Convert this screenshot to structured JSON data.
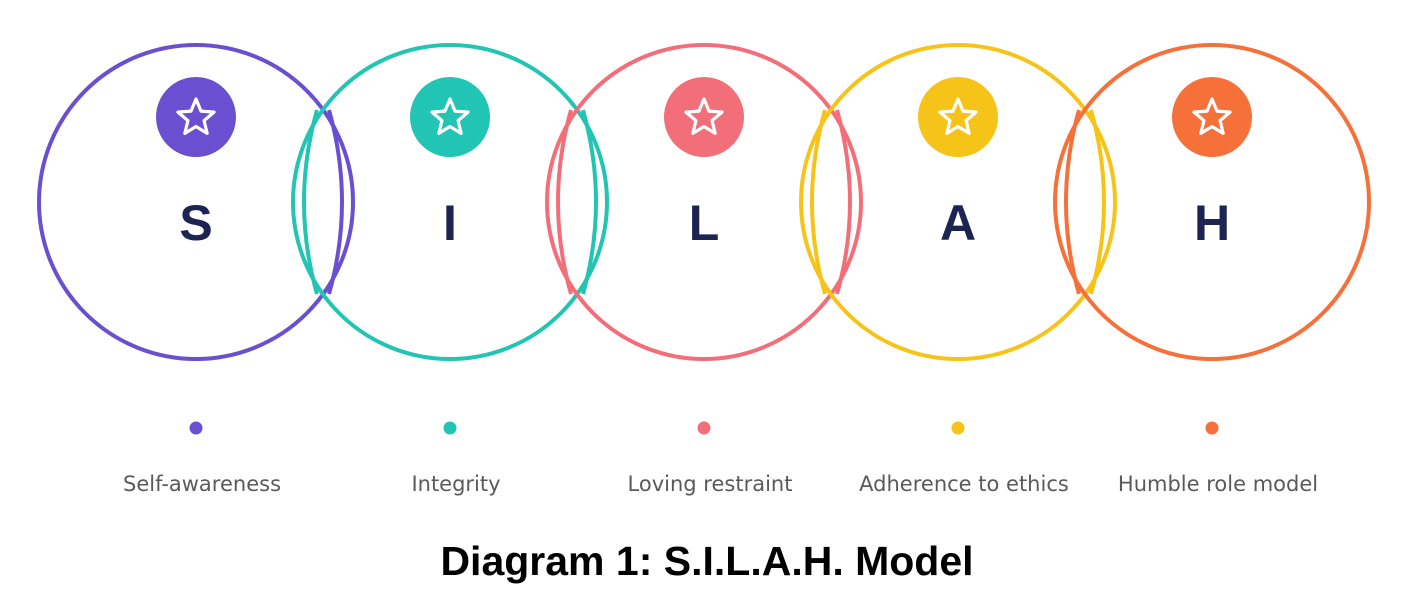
{
  "title": "Diagram 1: S.I.L.A.H. Model",
  "items": [
    {
      "letter": "S",
      "label": "Self-awareness",
      "color": "#6a4fd0",
      "icon": "star-icon"
    },
    {
      "letter": "I",
      "label": "Integrity",
      "color": "#22c4b4",
      "icon": "star-icon"
    },
    {
      "letter": "L",
      "label": "Loving restraint",
      "color": "#f26e79",
      "icon": "star-icon"
    },
    {
      "letter": "A",
      "label": "Adherence to ethics",
      "color": "#f6c419",
      "icon": "star-icon"
    },
    {
      "letter": "H",
      "label": "Humble role model",
      "color": "#f6703a",
      "icon": "star-icon"
    }
  ]
}
